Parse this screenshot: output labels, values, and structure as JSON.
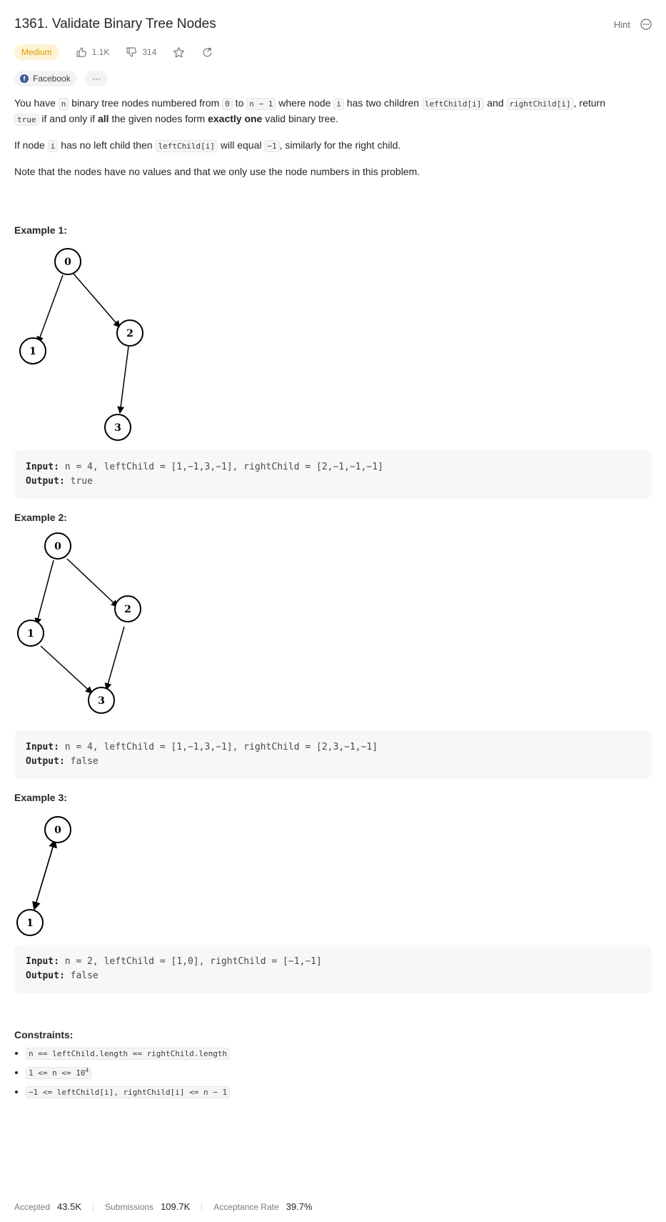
{
  "header": {
    "title": "1361. Validate Binary Tree Nodes",
    "hint_label": "Hint"
  },
  "meta": {
    "difficulty": "Medium",
    "likes": "1.1K",
    "dislikes": "314"
  },
  "tags": {
    "company": "Facebook",
    "more": "···"
  },
  "description": {
    "p1_a": "You have ",
    "p1_code_n": "n",
    "p1_b": " binary tree nodes numbered from ",
    "p1_code_0": "0",
    "p1_c": " to ",
    "p1_code_n1": "n − 1",
    "p1_d": " where node ",
    "p1_code_i": "i",
    "p1_e": " has two children ",
    "p1_code_left": "leftChild[i]",
    "p1_f": " and ",
    "p1_code_right": "rightChild[i]",
    "p1_g": ", return",
    "p1_code_true": "true",
    "p1_h": " if and only if ",
    "p1_bold_all": "all",
    "p1_i": " the given nodes form ",
    "p1_bold_exactly": "exactly one",
    "p1_j": " valid binary tree.",
    "p2_a": "If node ",
    "p2_code_i": "i",
    "p2_b": " has no left child then ",
    "p2_code_left": "leftChild[i]",
    "p2_c": " will equal ",
    "p2_code_m1": "−1",
    "p2_d": ", similarly for the right child.",
    "p3": "Note that the nodes have no values and that we only use the node numbers in this problem."
  },
  "examples": [
    {
      "heading": "Example 1:",
      "input_label": "Input:",
      "input": "n = 4, leftChild = [1,−1,3,−1], rightChild = [2,−1,−1,−1]",
      "output_label": "Output:",
      "output": "true"
    },
    {
      "heading": "Example 2:",
      "input_label": "Input:",
      "input": "n = 4, leftChild = [1,−1,3,−1], rightChild = [2,3,−1,−1]",
      "output_label": "Output:",
      "output": "false"
    },
    {
      "heading": "Example 3:",
      "input_label": "Input:",
      "input": "n = 2, leftChild = [1,0], rightChild = [−1,−1]",
      "output_label": "Output:",
      "output": "false"
    }
  ],
  "diagram_nodes": {
    "n0": "0",
    "n1": "1",
    "n2": "2",
    "n3": "3"
  },
  "constraints": {
    "heading": "Constraints:",
    "c1": "n == leftChild.length == rightChild.length",
    "c2": "1 <= n <= 10",
    "c2_sup": "4",
    "c3": "−1 <= leftChild[i], rightChild[i] <= n − 1"
  },
  "footer": {
    "accepted_label": "Accepted",
    "accepted_value": "43.5K",
    "submissions_label": "Submissions",
    "submissions_value": "109.7K",
    "rate_label": "Acceptance Rate",
    "rate_value": "39.7%"
  }
}
